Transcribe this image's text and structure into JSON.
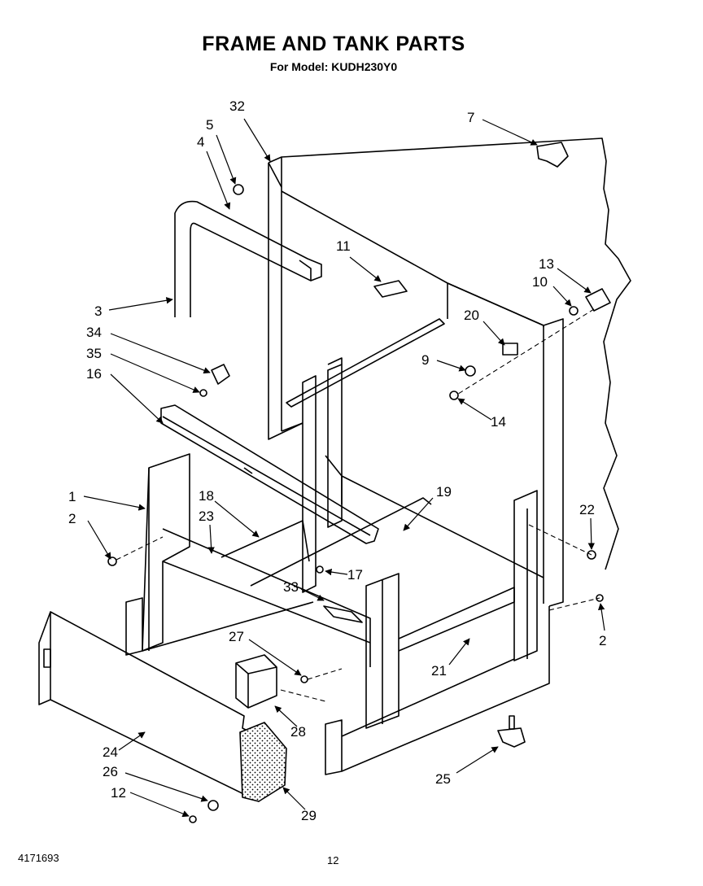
{
  "title": "FRAME AND TANK PARTS",
  "subtitle": "For Model: KUDH230Y0",
  "footer": {
    "doc_number": "4171693",
    "page_number": "12"
  },
  "callouts": [
    {
      "id": "c32",
      "label": "32"
    },
    {
      "id": "c5",
      "label": "5"
    },
    {
      "id": "c4",
      "label": "4"
    },
    {
      "id": "c7",
      "label": "7"
    },
    {
      "id": "c11",
      "label": "11"
    },
    {
      "id": "c13",
      "label": "13"
    },
    {
      "id": "c10",
      "label": "10"
    },
    {
      "id": "c3",
      "label": "3"
    },
    {
      "id": "c20",
      "label": "20"
    },
    {
      "id": "c34",
      "label": "34"
    },
    {
      "id": "c35",
      "label": "35"
    },
    {
      "id": "c9",
      "label": "9"
    },
    {
      "id": "c16",
      "label": "16"
    },
    {
      "id": "c14",
      "label": "14"
    },
    {
      "id": "c19",
      "label": "19"
    },
    {
      "id": "c1",
      "label": "1"
    },
    {
      "id": "c18",
      "label": "18"
    },
    {
      "id": "c22",
      "label": "22"
    },
    {
      "id": "c2a",
      "label": "2"
    },
    {
      "id": "c23",
      "label": "23"
    },
    {
      "id": "c17",
      "label": "17"
    },
    {
      "id": "c33",
      "label": "33"
    },
    {
      "id": "c2b",
      "label": "2"
    },
    {
      "id": "c27",
      "label": "27"
    },
    {
      "id": "c21",
      "label": "21"
    },
    {
      "id": "c28",
      "label": "28"
    },
    {
      "id": "c24",
      "label": "24"
    },
    {
      "id": "c26",
      "label": "26"
    },
    {
      "id": "c25",
      "label": "25"
    },
    {
      "id": "c12",
      "label": "12"
    },
    {
      "id": "c29",
      "label": "29"
    }
  ]
}
